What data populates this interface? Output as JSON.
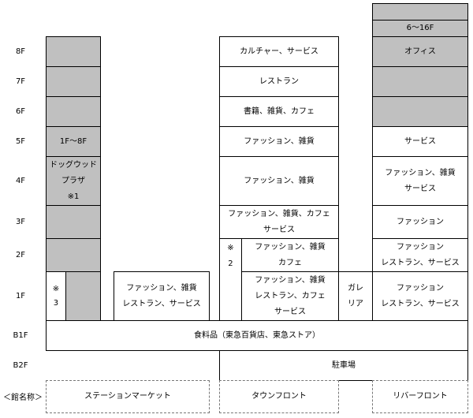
{
  "floors": {
    "f8": "8F",
    "f7": "7F",
    "f6": "6F",
    "f5": "5F",
    "f4": "4F",
    "f3": "3F",
    "f2": "2F",
    "f1": "1F",
    "b1": "B1F",
    "b2": "B2F"
  },
  "station_market": {
    "f5": "1F～8F",
    "f4": "ドッグウッド\nプラザ\n※1",
    "note3": "※\n3",
    "f1": "ファッション、雑貨\nレストラン、サービス"
  },
  "town_front": {
    "f8": "カルチャー、サービス",
    "f7": "レストラン",
    "f6": "書籍、雑貨、カフェ",
    "f5": "ファッション、雑貨",
    "f4": "ファッション、雑貨",
    "f3": "ファッション、雑貨、カフェ\nサービス",
    "note2": "※\n2",
    "f2": "ファッション、雑貨\nカフェ",
    "f1": "ファッション、雑貨\nレストラン、カフェ\nサービス"
  },
  "galleria": "ガレ\nリア",
  "river_front": {
    "f6_16": "6～16F",
    "f8": "オフィス",
    "f5": "サービス",
    "f4": "ファッション、雑貨\nサービス",
    "f3": "ファッション",
    "f2": "ファッション\nレストラン、サービス",
    "f1": "ファッション\nレストラン、サービス"
  },
  "shared": {
    "b1": "食料品（東急百貨店、東急ストア）",
    "b2": "駐車場"
  },
  "legend": {
    "label": "＜館名称＞",
    "station_market": "ステーションマーケット",
    "town_front": "タウンフロント",
    "river_front": "リバーフロント"
  }
}
